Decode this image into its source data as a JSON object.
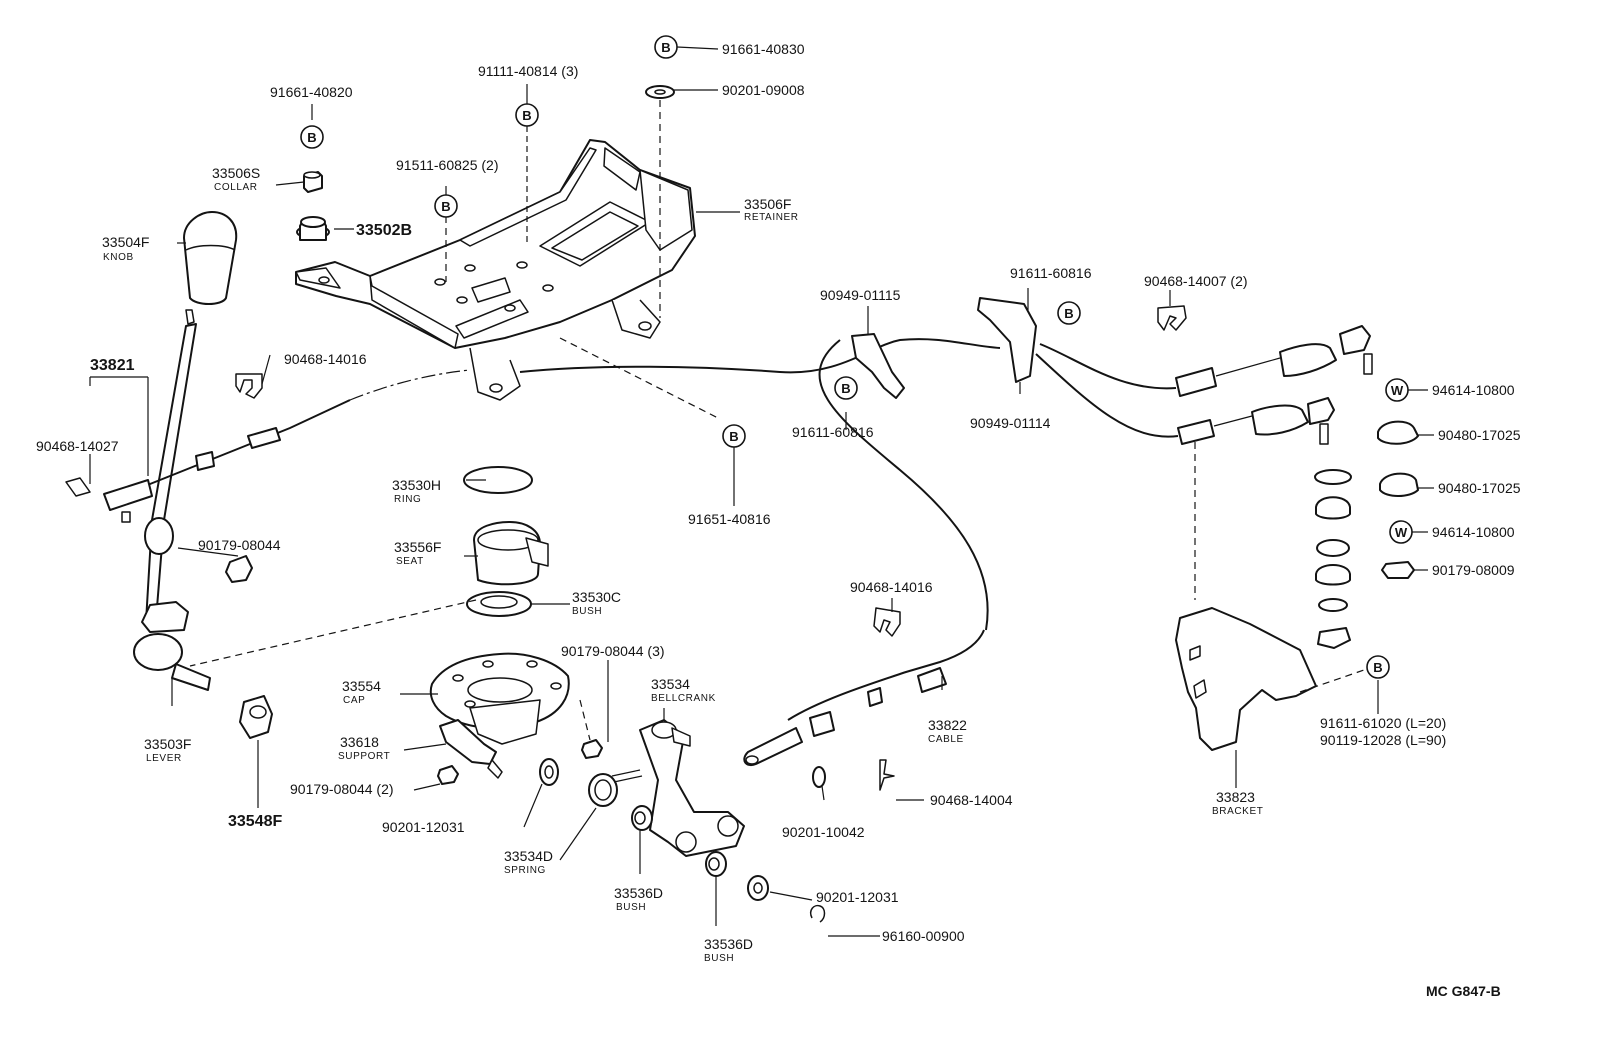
{
  "callouts": [
    {
      "num": "91661-40820"
    },
    {
      "num": "33506S",
      "desc": "COLLAR"
    },
    {
      "num": "33502B"
    },
    {
      "num": "33504F",
      "desc": "KNOB"
    },
    {
      "num": "91111-40814 (3)"
    },
    {
      "num": "91511-60825 (2)"
    },
    {
      "num": "91661-40830"
    },
    {
      "num": "90201-09008"
    },
    {
      "num": "33506F",
      "desc": "RETAINER"
    },
    {
      "num": "33821"
    },
    {
      "num": "90468-14016"
    },
    {
      "num": "90468-14027"
    },
    {
      "num": "90179-08044"
    },
    {
      "num": "33530H",
      "desc": "RING"
    },
    {
      "num": "33556F",
      "desc": "SEAT"
    },
    {
      "num": "33530C",
      "desc": "BUSH"
    },
    {
      "num": "33503F",
      "desc": "LEVER"
    },
    {
      "num": "33548F"
    },
    {
      "num": "33554",
      "desc": "CAP"
    },
    {
      "num": "33618",
      "desc": "SUPPORT"
    },
    {
      "num": "90179-08044 (2)"
    },
    {
      "num": "90201-12031"
    },
    {
      "num": "33534D",
      "desc": "SPRING"
    },
    {
      "num": "90179-08044 (3)"
    },
    {
      "num": "33534",
      "desc": "BELLCRANK"
    },
    {
      "num": "33536D",
      "desc": "BUSH"
    },
    {
      "num": "33536D",
      "desc": "BUSH"
    },
    {
      "num": "90201-12031"
    },
    {
      "num": "96160-00900"
    },
    {
      "num": "91651-40816"
    },
    {
      "num": "90949-01115"
    },
    {
      "num": "91611-60816"
    },
    {
      "num": "91611-60816"
    },
    {
      "num": "90949-01114"
    },
    {
      "num": "90468-14007 (2)"
    },
    {
      "num": "90468-14016"
    },
    {
      "num": "33822",
      "desc": "CABLE"
    },
    {
      "num": "90201-10042"
    },
    {
      "num": "90468-14004"
    },
    {
      "num": "94614-10800"
    },
    {
      "num": "90480-17025"
    },
    {
      "num": "90480-17025"
    },
    {
      "num": "94614-10800"
    },
    {
      "num": "90179-08009"
    },
    {
      "num": "91611-61020 (L=20)"
    },
    {
      "num": "90119-12028 (L=90)"
    },
    {
      "num": "33823",
      "desc": "BRACKET"
    }
  ],
  "circle_letters": {
    "b": "B",
    "w": "W"
  },
  "drawing_code": "MC  G847-B"
}
